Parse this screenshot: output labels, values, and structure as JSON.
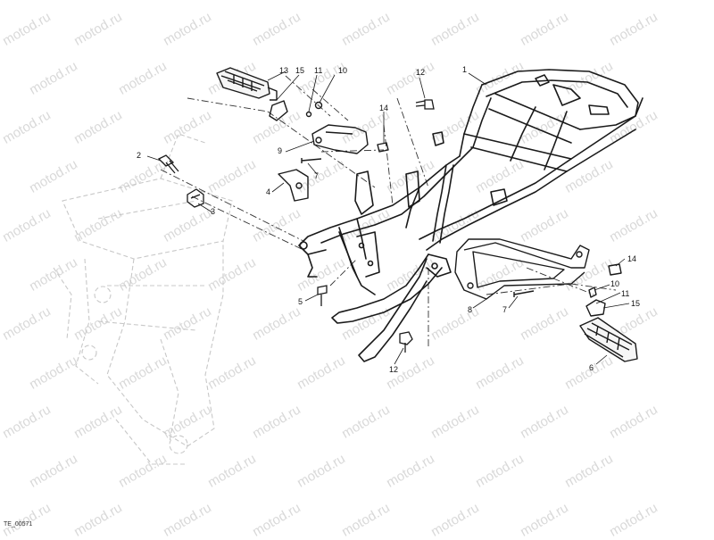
{
  "watermark": "motod.ru",
  "drawing_code": "TE_00571",
  "callouts": {
    "c1": "1",
    "c2": "2",
    "c3": "3",
    "c4": "4",
    "c5": "5",
    "c6": "6",
    "c7a": "7",
    "c7b": "7",
    "c8": "8",
    "c9": "9",
    "c10a": "10",
    "c10b": "10",
    "c11a": "11",
    "c11b": "11",
    "c12a": "12",
    "c12b": "12",
    "c13": "13",
    "c14a": "14",
    "c14b": "14",
    "c15a": "15",
    "c15b": "15"
  }
}
